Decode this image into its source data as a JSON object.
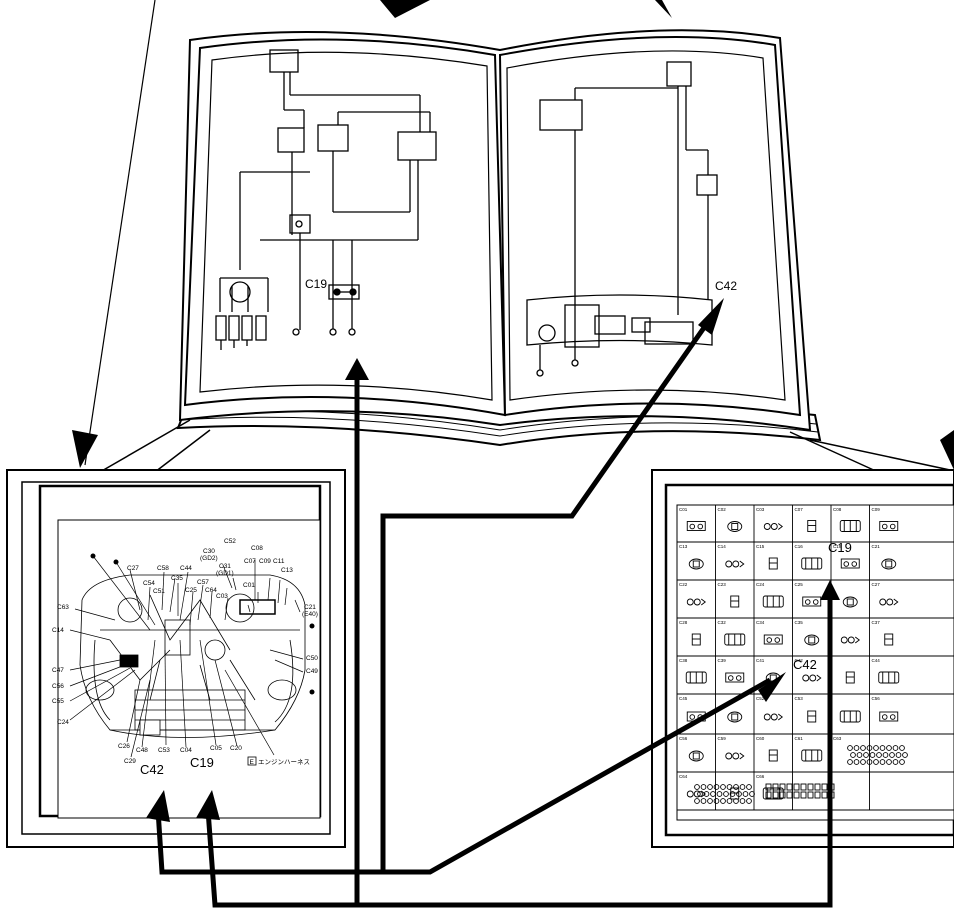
{
  "book": {
    "left_page_connector": "C19",
    "right_page_connector": "C42"
  },
  "engine_panel": {
    "callouts_top": [
      "C27",
      "C54",
      "C58",
      "C51",
      "C44",
      "C35",
      "C25",
      "C57",
      "C64",
      "C03",
      "C30",
      "(GD2)",
      "C31",
      "(GD1)",
      "C01",
      "C52",
      "C08",
      "C07",
      "C09",
      "C11",
      "C13",
      "C21",
      "(E40)"
    ],
    "callouts_left": [
      "C63",
      "C14",
      "C47",
      "C56",
      "C55",
      "C24"
    ],
    "callouts_right": [
      "C50",
      "C49"
    ],
    "callouts_bottom": [
      "C26",
      "C48",
      "C53",
      "C04",
      "C05",
      "C20",
      "C29"
    ],
    "highlight_left": "C42",
    "highlight_right": "C19",
    "legend_mark": "E",
    "legend_text": "エンジンハーネス"
  },
  "connector_panel": {
    "cells": [
      [
        "C01",
        "C02",
        "C03",
        "C07",
        "C08",
        "C09"
      ],
      [
        "C13",
        "C14",
        "C15",
        "C16",
        "C19",
        "C21"
      ],
      [
        "C22",
        "C23",
        "C24",
        "C25",
        "",
        "C27"
      ],
      [
        "C28",
        "C32",
        "C34",
        "C35",
        "",
        "C37"
      ],
      [
        "C38",
        "C39",
        "C41",
        "C42",
        "",
        "C44"
      ],
      [
        "C45",
        "",
        "C52",
        "C53",
        "",
        "C56"
      ],
      [
        "C56",
        "C59",
        "C60",
        "C61",
        "C63",
        ""
      ],
      [
        "C64",
        "",
        "C66",
        "",
        "",
        ""
      ]
    ],
    "highlight_c19": "C19",
    "highlight_c42": "C42"
  },
  "colors": {
    "ink": "#000000",
    "paper": "#ffffff"
  }
}
